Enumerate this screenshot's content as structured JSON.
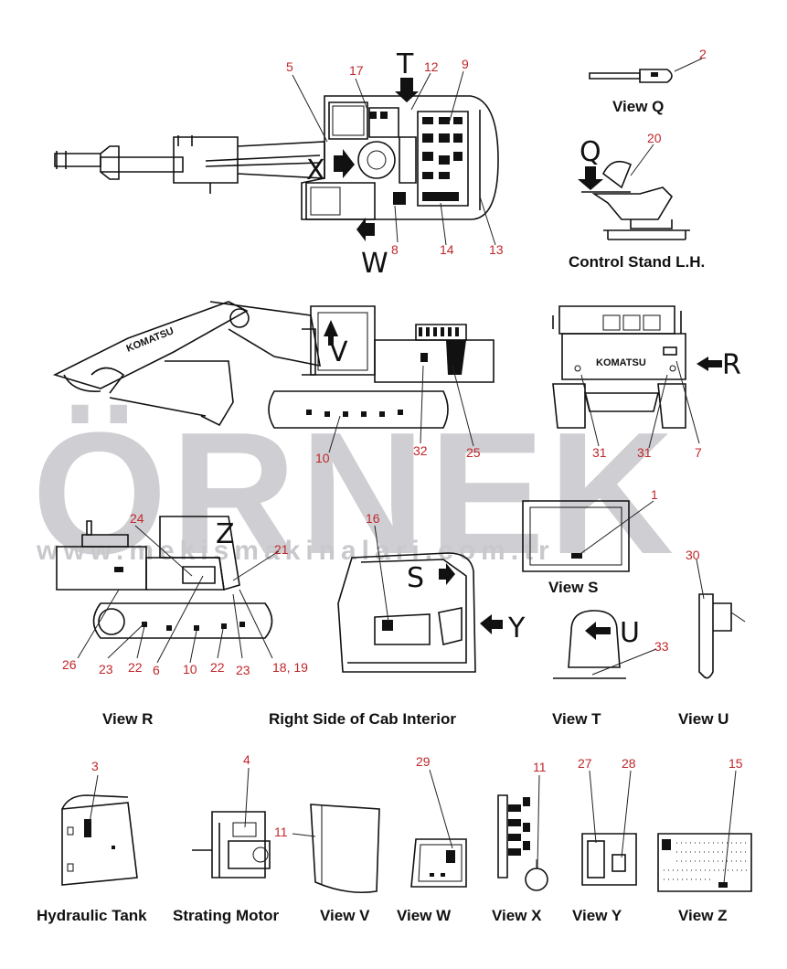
{
  "watermark": {
    "main": "ÖRNEK",
    "sub": "www.mekismakinalari.com.tr"
  },
  "part_numbers": {
    "n1": "1",
    "n2": "2",
    "n3": "3",
    "n4": "4",
    "n5": "5",
    "n6": "6",
    "n7": "7",
    "n8": "8",
    "n9": "9",
    "n10a": "10",
    "n10b": "10",
    "n11a": "11",
    "n11b": "11",
    "n12": "12",
    "n13": "13",
    "n14": "14",
    "n15": "15",
    "n16": "16",
    "n17": "17",
    "n18": "18, 19",
    "n20": "20",
    "n21": "21",
    "n22a": "22",
    "n22b": "22",
    "n23a": "23",
    "n23b": "23",
    "n24": "24",
    "n25": "25",
    "n26": "26",
    "n27": "27",
    "n28": "28",
    "n29": "29",
    "n30": "30",
    "n31a": "31",
    "n31b": "31",
    "n32": "32",
    "n33": "33"
  },
  "view_letters": {
    "T": "T",
    "X": "X",
    "W": "W",
    "Q": "Q",
    "V": "V",
    "R": "R",
    "Z": "Z",
    "S": "S",
    "Y": "Y",
    "U": "U"
  },
  "captions": {
    "view_q": "View Q",
    "control_stand": "Control Stand L.H.",
    "view_s": "View S",
    "view_r": "View R",
    "right_side_cab": "Right Side of Cab Interior",
    "view_t": "View T",
    "view_u": "View U",
    "hydraulic_tank": "Hydraulic Tank",
    "starting_motor": "Strating Motor",
    "view_v": "View V",
    "view_w": "View W",
    "view_x": "View X",
    "view_y": "View Y",
    "view_z": "View Z"
  },
  "brand_labels": {
    "boom": "KOMATSU",
    "counterweight": "KOMATSU"
  }
}
